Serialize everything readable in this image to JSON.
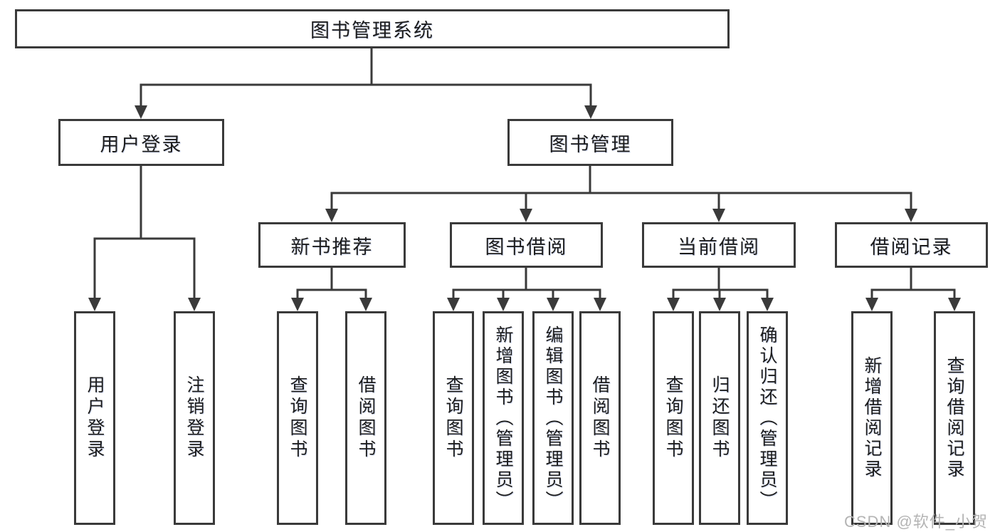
{
  "diagram": {
    "title": "图书管理系统",
    "root": {
      "label": "图书管理系统"
    },
    "level2": [
      {
        "label": "用户登录"
      },
      {
        "label": "图书管理"
      }
    ],
    "level3": [
      {
        "label": "新书推荐"
      },
      {
        "label": "图书借阅"
      },
      {
        "label": "当前借阅"
      },
      {
        "label": "借阅记录"
      }
    ],
    "leaves": {
      "user_login": [
        "用户登录",
        "注销登录"
      ],
      "new_book": [
        "查询图书",
        "借阅图书"
      ],
      "book_borrow": [
        "查询图书",
        "新增图书（管理员）",
        "编辑图书（管理员）",
        "借阅图书"
      ],
      "current_borrow": [
        "查询图书",
        "归还图书",
        "确认归还（管理员）"
      ],
      "borrow_record": [
        "新增借阅记录",
        "查询借阅记录"
      ]
    }
  },
  "watermark": {
    "text": "CSDN @软件_小贺同学",
    "color": "#b4b4b4"
  },
  "colors": {
    "line": "#3a3a3a",
    "text": "#1c1c1c",
    "background": "#ffffff"
  }
}
